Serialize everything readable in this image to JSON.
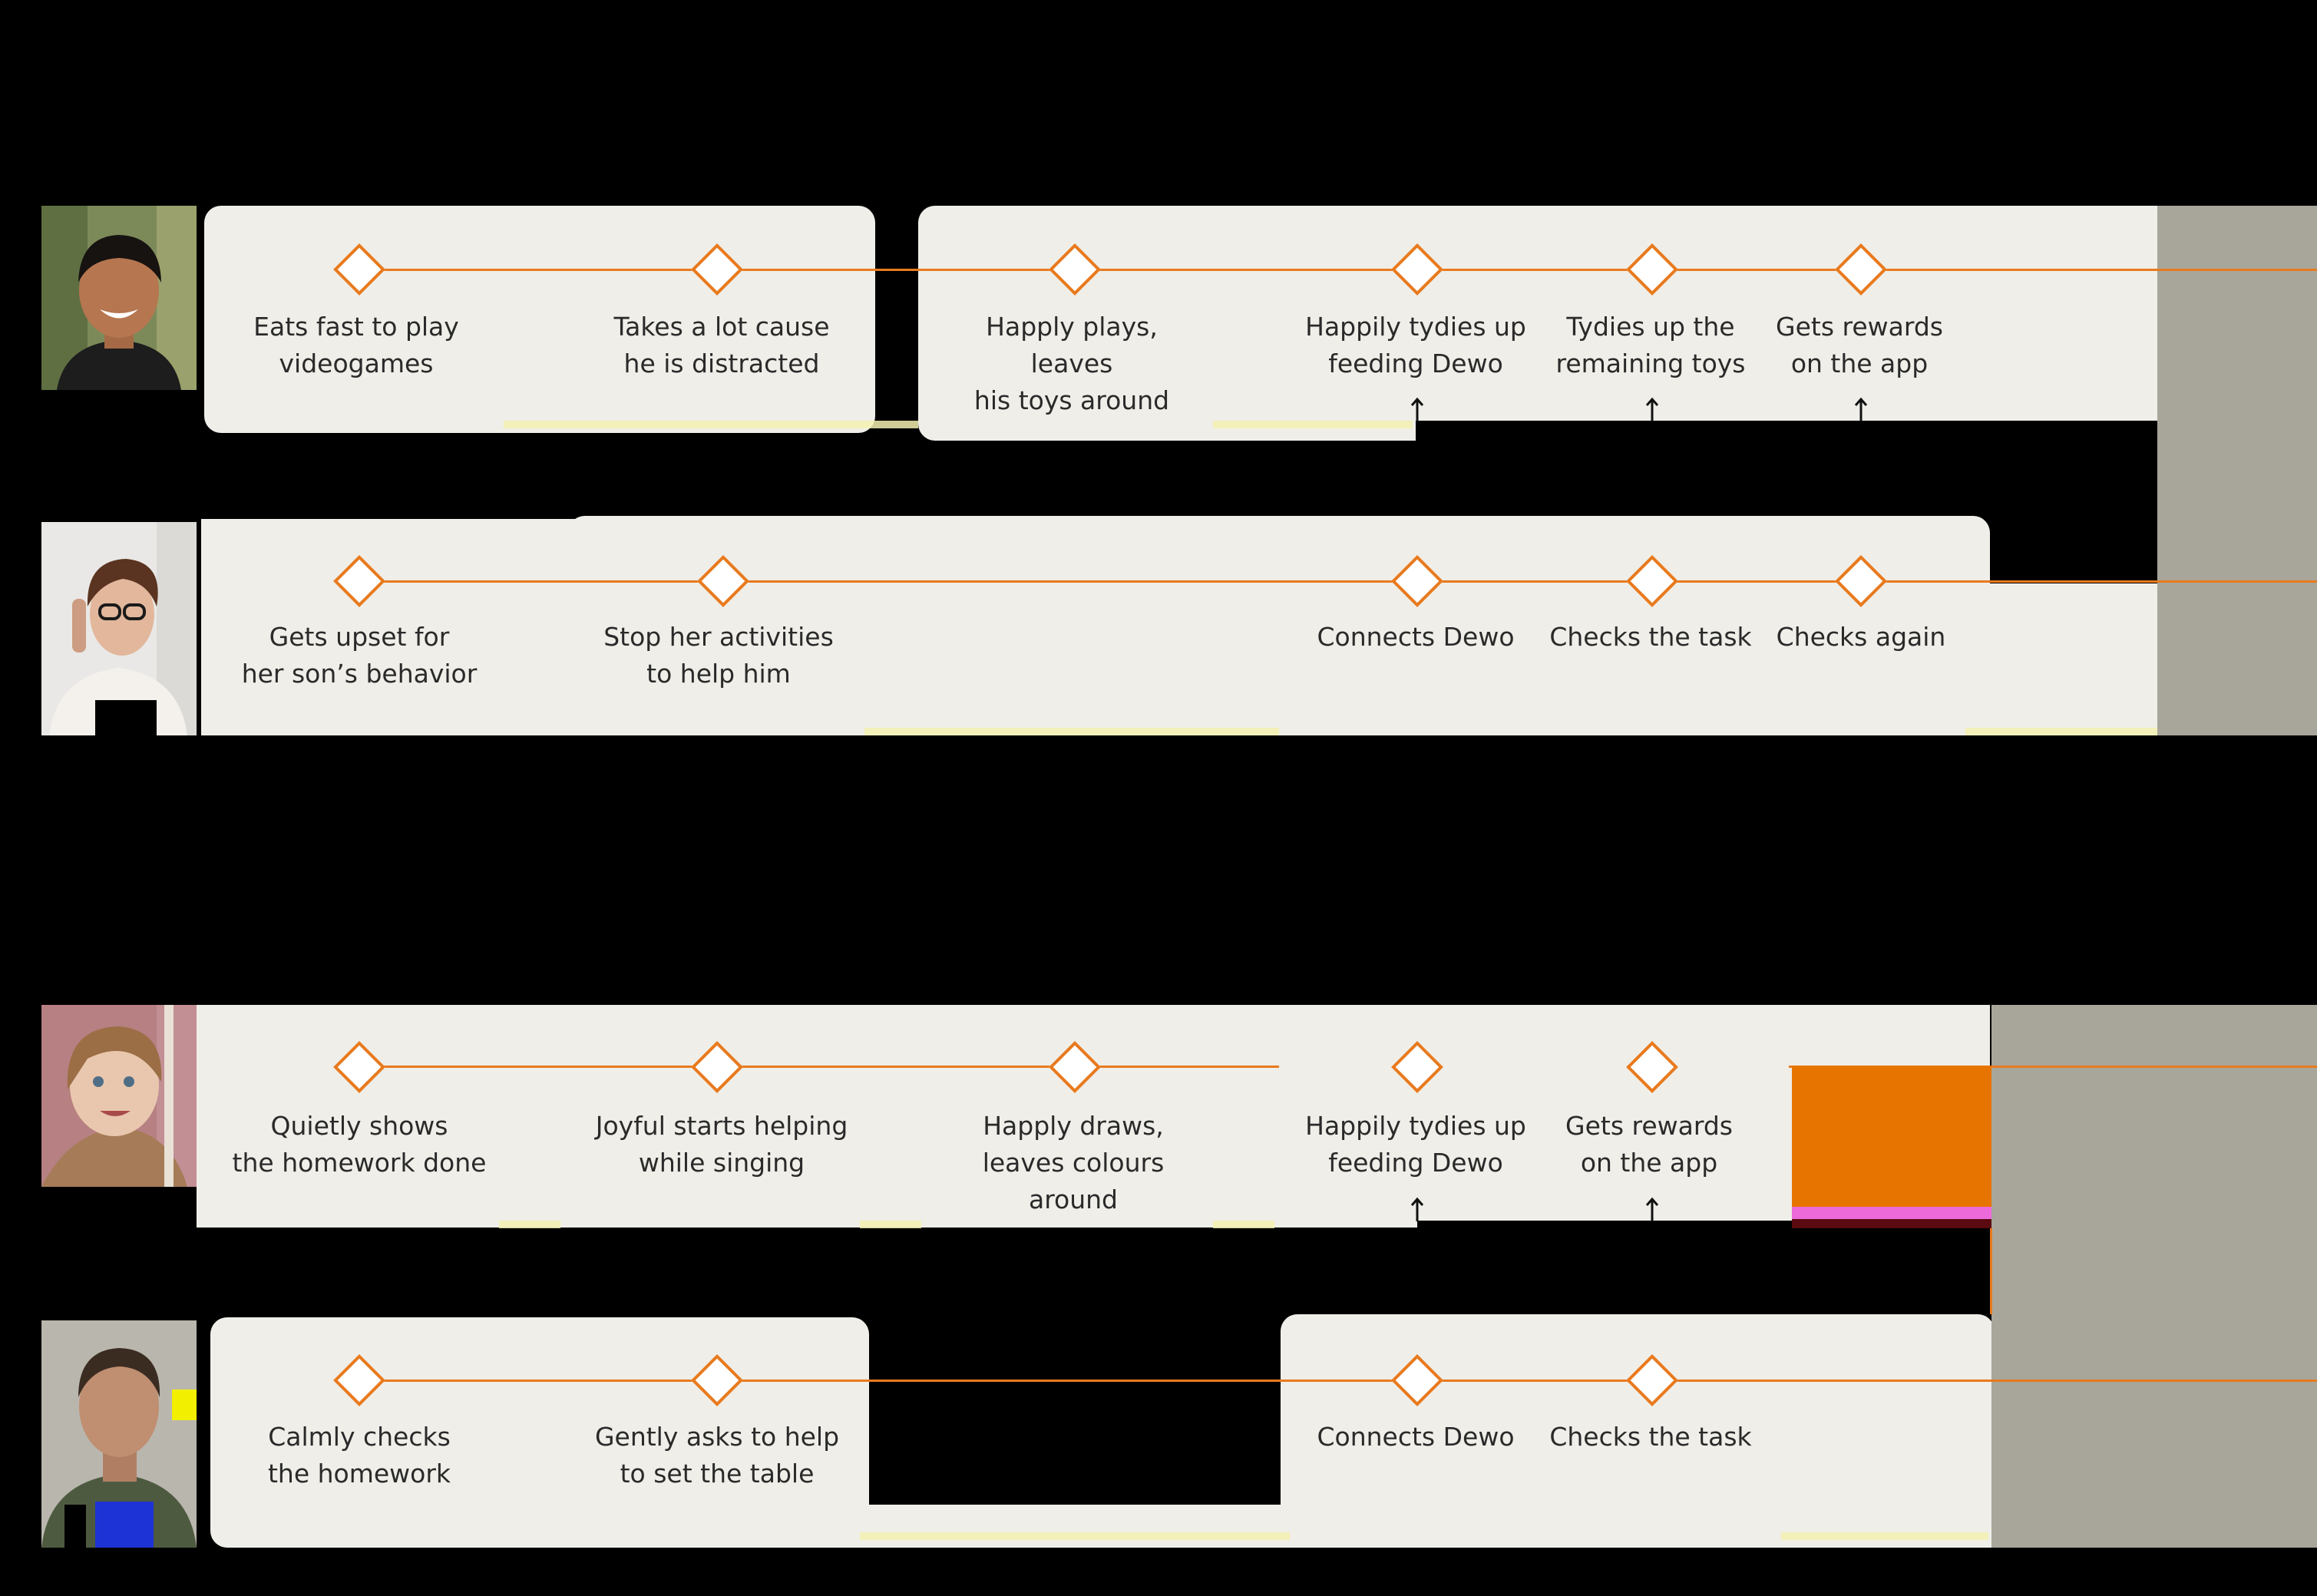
{
  "colors": {
    "accent": "#e87a1e",
    "panel": "#efeee8",
    "tail": "#a8a69b",
    "orange_block": "#e87400",
    "pink_stripe": "#ec6ad9",
    "blue_block": "#1e33d6"
  },
  "avatars": [
    {
      "name": "boy",
      "icon": "boy-portrait"
    },
    {
      "name": "woman",
      "icon": "woman-with-glasses-portrait"
    },
    {
      "name": "girl",
      "icon": "girl-portrait"
    },
    {
      "name": "man",
      "icon": "man-portrait"
    }
  ],
  "rows": {
    "boy": {
      "steps": [
        "Eats fast to play\nvideogames",
        "Takes a lot cause\nhe is distracted",
        "Happly plays, leaves\nhis toys around",
        "Happily tydies up\nfeeding Dewo",
        "Tydies up the\nremaining toys",
        "Gets rewards\non the app"
      ]
    },
    "mother": {
      "steps": [
        "Gets upset for\nher son’s behavior",
        "Stop her activities\nto help him",
        "Connects Dewo",
        "Checks the task",
        "Checks again"
      ]
    },
    "girl": {
      "steps": [
        "Quietly shows\nthe homework done",
        "Joyful starts helping\nwhile singing",
        "Happly draws,\nleaves colours around",
        "Happily tydies up\nfeeding Dewo",
        "Gets rewards\non the app"
      ]
    },
    "father": {
      "steps": [
        "Calmly checks\nthe homework",
        "Gently asks to help\nto set the table",
        "Connects Dewo",
        "Checks the task"
      ]
    }
  }
}
